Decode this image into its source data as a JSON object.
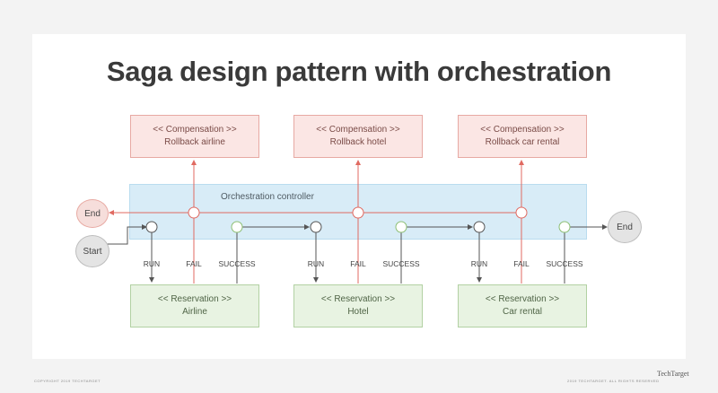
{
  "title": "Saga design pattern with orchestration",
  "controller_label": "Orchestration controller",
  "compensations": [
    {
      "line1": "<< Compensation >>",
      "line2": "Rollback airline"
    },
    {
      "line1": "<< Compensation >>",
      "line2": "Rollback hotel"
    },
    {
      "line1": "<< Compensation >>",
      "line2": "Rollback car rental"
    }
  ],
  "reservations": [
    {
      "line1": "<< Reservation >>",
      "line2": "Airline"
    },
    {
      "line1": "<< Reservation >>",
      "line2": "Hotel"
    },
    {
      "line1": "<< Reservation >>",
      "line2": "Car rental"
    }
  ],
  "terminals": {
    "end_left": "End",
    "start": "Start",
    "end_right": "End"
  },
  "step_labels": [
    {
      "run": "RUN",
      "fail": "FAIL",
      "success": "SUCCESS"
    },
    {
      "run": "RUN",
      "fail": "FAIL",
      "success": "SUCCESS"
    },
    {
      "run": "RUN",
      "fail": "FAIL",
      "success": "SUCCESS"
    }
  ],
  "footer": {
    "left": "COPYRIGHT 2019 TECHTARGET",
    "right": "2019 TECHTARGET. ALL RIGHTS RESERVED",
    "logo": "TechTarget"
  },
  "colors": {
    "fail_line": "#e06a61",
    "flow_line": "#555555",
    "run_node": "#ffffff",
    "fail_node": "#ffffff",
    "success_node": "#ffffff"
  }
}
